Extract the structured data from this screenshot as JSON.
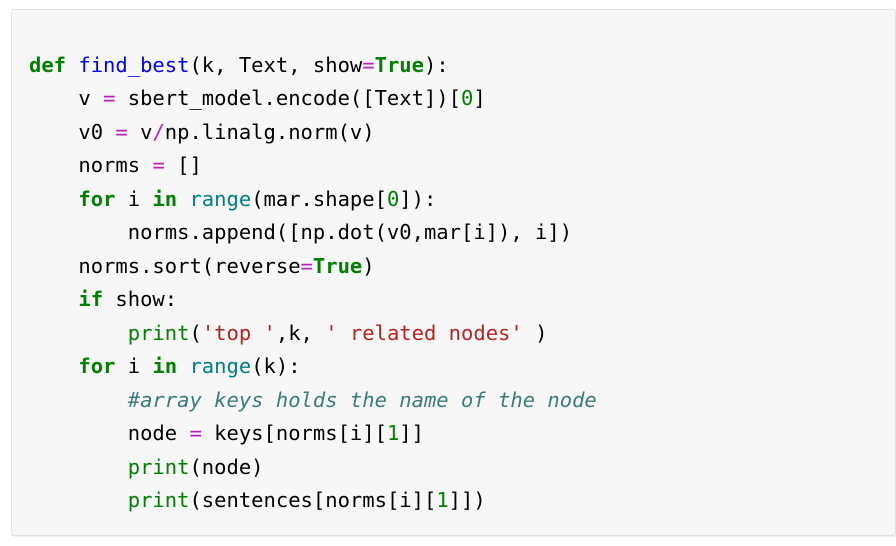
{
  "cell": {
    "language": "python",
    "background_color": "#f7f7f7",
    "border_color": "#e3e3e3",
    "colors": {
      "keyword": "#008000",
      "function_name": "#0000ff",
      "builtin": "#008000",
      "builtin_range": "#008080",
      "operator": "#bb22bb",
      "number": "#008000",
      "string": "#ba2121",
      "comment": "#3d7b7b",
      "text": "#000000"
    }
  },
  "code": {
    "lines": [
      {
        "indent": "",
        "tokens": [
          {
            "t": "def",
            "c": "tok-k"
          },
          {
            "t": " ",
            "c": "tok-p"
          },
          {
            "t": "find_best",
            "c": "tok-fn"
          },
          {
            "t": "(k, Text, show",
            "c": "tok-p"
          },
          {
            "t": "=",
            "c": "tok-op"
          },
          {
            "t": "True",
            "c": "tok-k"
          },
          {
            "t": "):",
            "c": "tok-p"
          }
        ]
      },
      {
        "indent": "    ",
        "tokens": [
          {
            "t": "v ",
            "c": "tok-n"
          },
          {
            "t": "=",
            "c": "tok-op"
          },
          {
            "t": " sbert_model.encode([Text])[",
            "c": "tok-p"
          },
          {
            "t": "0",
            "c": "tok-num"
          },
          {
            "t": "]",
            "c": "tok-p"
          }
        ]
      },
      {
        "indent": "    ",
        "tokens": [
          {
            "t": "v0 ",
            "c": "tok-n"
          },
          {
            "t": "=",
            "c": "tok-op"
          },
          {
            "t": " v",
            "c": "tok-p"
          },
          {
            "t": "/",
            "c": "tok-op"
          },
          {
            "t": "np.linalg.norm(v)",
            "c": "tok-p"
          }
        ]
      },
      {
        "indent": "    ",
        "tokens": [
          {
            "t": "norms ",
            "c": "tok-n"
          },
          {
            "t": "=",
            "c": "tok-op"
          },
          {
            "t": " []",
            "c": "tok-p"
          }
        ]
      },
      {
        "indent": "    ",
        "tokens": [
          {
            "t": "for",
            "c": "tok-k"
          },
          {
            "t": " i ",
            "c": "tok-p"
          },
          {
            "t": "in",
            "c": "tok-k"
          },
          {
            "t": " ",
            "c": "tok-p"
          },
          {
            "t": "range",
            "c": "tok-bi2"
          },
          {
            "t": "(mar.shape[",
            "c": "tok-p"
          },
          {
            "t": "0",
            "c": "tok-num"
          },
          {
            "t": "]):",
            "c": "tok-p"
          }
        ]
      },
      {
        "indent": "        ",
        "tokens": [
          {
            "t": "norms.append([np.dot(v0,mar[i]), i])",
            "c": "tok-p"
          }
        ]
      },
      {
        "indent": "    ",
        "tokens": [
          {
            "t": "norms.sort(reverse",
            "c": "tok-p"
          },
          {
            "t": "=",
            "c": "tok-op"
          },
          {
            "t": "True",
            "c": "tok-k"
          },
          {
            "t": ")",
            "c": "tok-p"
          }
        ]
      },
      {
        "indent": "    ",
        "tokens": [
          {
            "t": "if",
            "c": "tok-k"
          },
          {
            "t": " show:",
            "c": "tok-p"
          }
        ]
      },
      {
        "indent": "        ",
        "tokens": [
          {
            "t": "print",
            "c": "tok-bi"
          },
          {
            "t": "(",
            "c": "tok-p"
          },
          {
            "t": "'top '",
            "c": "tok-s"
          },
          {
            "t": ",k, ",
            "c": "tok-p"
          },
          {
            "t": "' related nodes'",
            "c": "tok-s"
          },
          {
            "t": " )",
            "c": "tok-p"
          }
        ]
      },
      {
        "indent": "    ",
        "tokens": [
          {
            "t": "for",
            "c": "tok-k"
          },
          {
            "t": " i ",
            "c": "tok-p"
          },
          {
            "t": "in",
            "c": "tok-k"
          },
          {
            "t": " ",
            "c": "tok-p"
          },
          {
            "t": "range",
            "c": "tok-bi2"
          },
          {
            "t": "(k):",
            "c": "tok-p"
          }
        ]
      },
      {
        "indent": "        ",
        "tokens": [
          {
            "t": "#array keys holds the name of the node",
            "c": "tok-c"
          }
        ]
      },
      {
        "indent": "        ",
        "tokens": [
          {
            "t": "node ",
            "c": "tok-n"
          },
          {
            "t": "=",
            "c": "tok-op"
          },
          {
            "t": " keys[norms[i][",
            "c": "tok-p"
          },
          {
            "t": "1",
            "c": "tok-num"
          },
          {
            "t": "]]",
            "c": "tok-p"
          }
        ]
      },
      {
        "indent": "        ",
        "tokens": [
          {
            "t": "print",
            "c": "tok-bi"
          },
          {
            "t": "(node)",
            "c": "tok-p"
          }
        ]
      },
      {
        "indent": "        ",
        "tokens": [
          {
            "t": "print",
            "c": "tok-bi"
          },
          {
            "t": "(sentences[norms[i][",
            "c": "tok-p"
          },
          {
            "t": "1",
            "c": "tok-num"
          },
          {
            "t": "]])",
            "c": "tok-p"
          }
        ]
      }
    ],
    "plain_text": "def find_best(k, Text, show=True):\n    v = sbert_model.encode([Text])[0]\n    v0 = v/np.linalg.norm(v)\n    norms = []\n    for i in range(mar.shape[0]):\n        norms.append([np.dot(v0,mar[i]), i])\n    norms.sort(reverse=True)\n    if show:\n        print('top ',k, ' related nodes' )\n    for i in range(k):\n        #array keys holds the name of the node\n        node = keys[norms[i][1]]\n        print(node)\n        print(sentences[norms[i][1]])"
  }
}
